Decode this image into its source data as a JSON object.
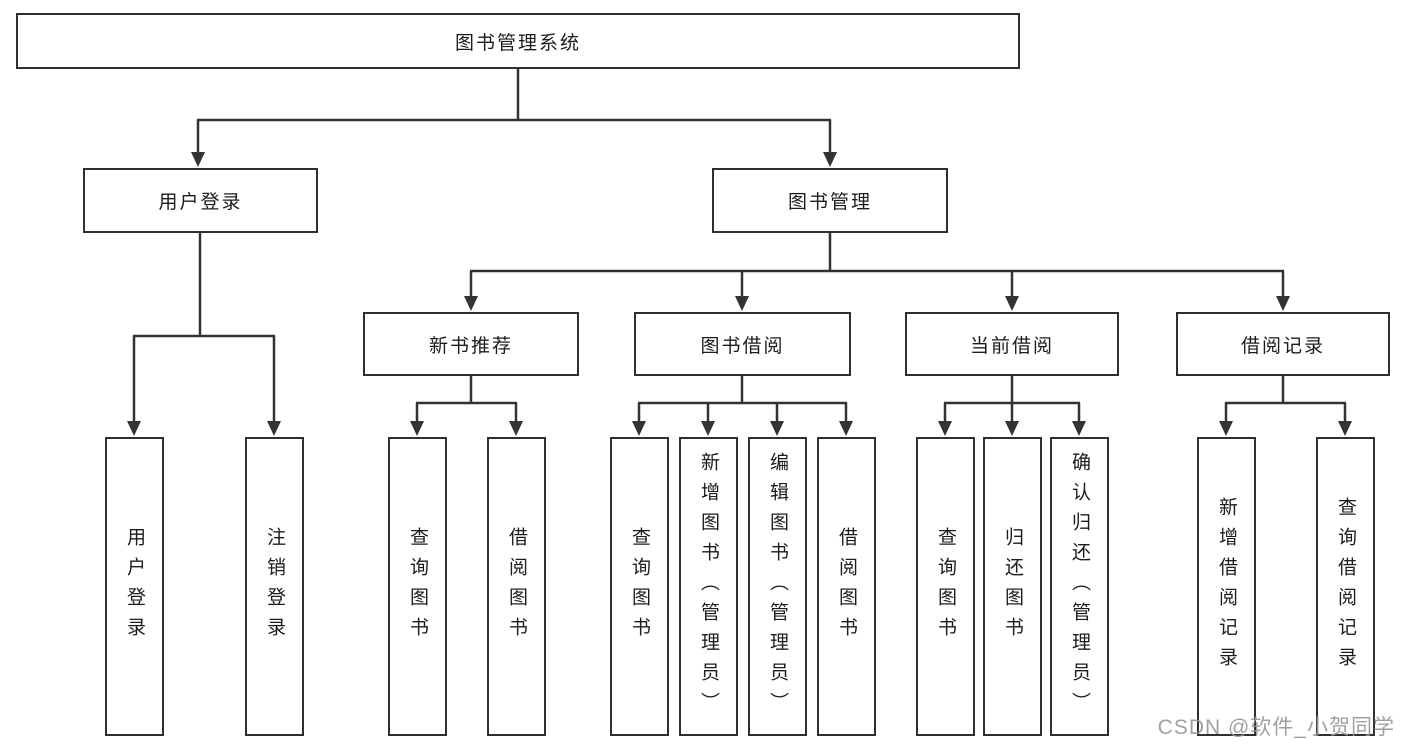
{
  "diagram_title": "图书管理系统",
  "colors": {
    "line": "#333333",
    "border": "#2f2f2f",
    "text": "#1c1c1c",
    "background": "#ffffff",
    "watermark": "#969696"
  },
  "nodes": {
    "root": "图书管理系统",
    "login_branch": "用户登录",
    "mgmt_branch": "图书管理",
    "new_book_branch": "新书推荐",
    "book_borrow_branch": "图书借阅",
    "current_borrow_branch": "当前借阅",
    "borrow_record_branch": "借阅记录",
    "leaves": {
      "user_login": "用户登录",
      "logout": "注销登录",
      "nb_query_book": "查询图书",
      "nb_borrow_book": "借阅图书",
      "bb_query_book": "查询图书",
      "bb_add_book": "新增图书（管理员）",
      "bb_edit_book": "编辑图书（管理员）",
      "bb_borrow_book": "借阅图书",
      "cb_query_book": "查询图书",
      "cb_return_book": "归还图书",
      "cb_confirm_return": "确认归还（管理员）",
      "br_add_record": "新增借阅记录",
      "br_query_record": "查询借阅记录"
    }
  },
  "watermark": "CSDN @软件_小贺同学"
}
